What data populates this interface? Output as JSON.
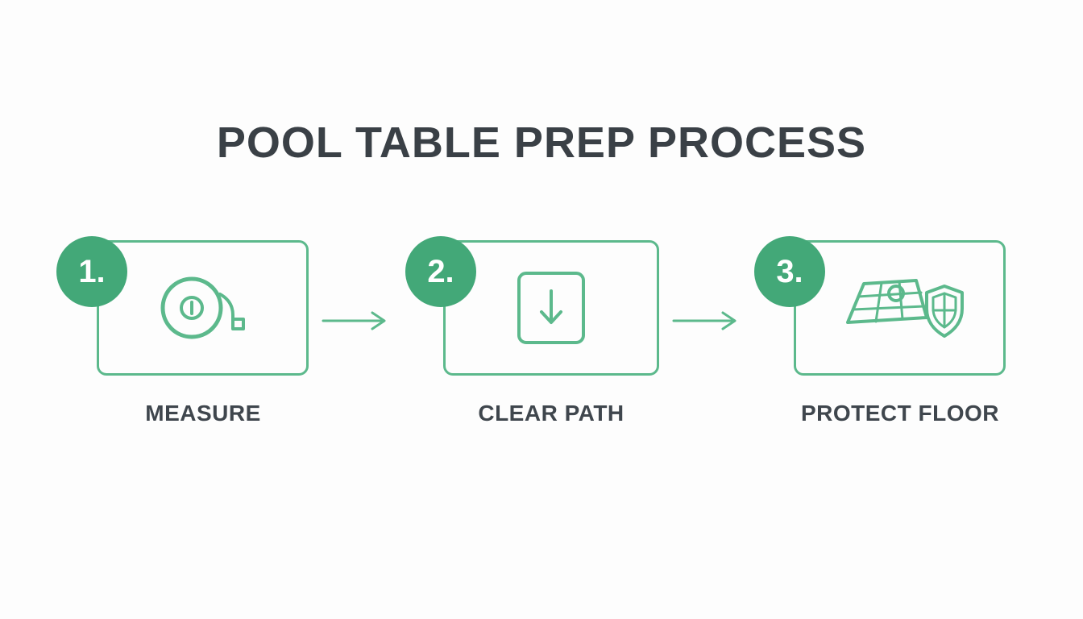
{
  "title": "POOL TABLE PREP PROCESS",
  "colors": {
    "accent": "#43a878",
    "line": "#5cb98c",
    "title_color": "#3a4046",
    "label_color": "#3f464d",
    "background": "#fdfdfd"
  },
  "steps": [
    {
      "number": "1.",
      "label": "MEASURE",
      "icon": "tape-measure-icon"
    },
    {
      "number": "2.",
      "label": "CLEAR PATH",
      "icon": "box-down-arrow-icon"
    },
    {
      "number": "3.",
      "label": "PROTECT FLOOR",
      "icon": "floor-grid-shield-icon"
    }
  ]
}
